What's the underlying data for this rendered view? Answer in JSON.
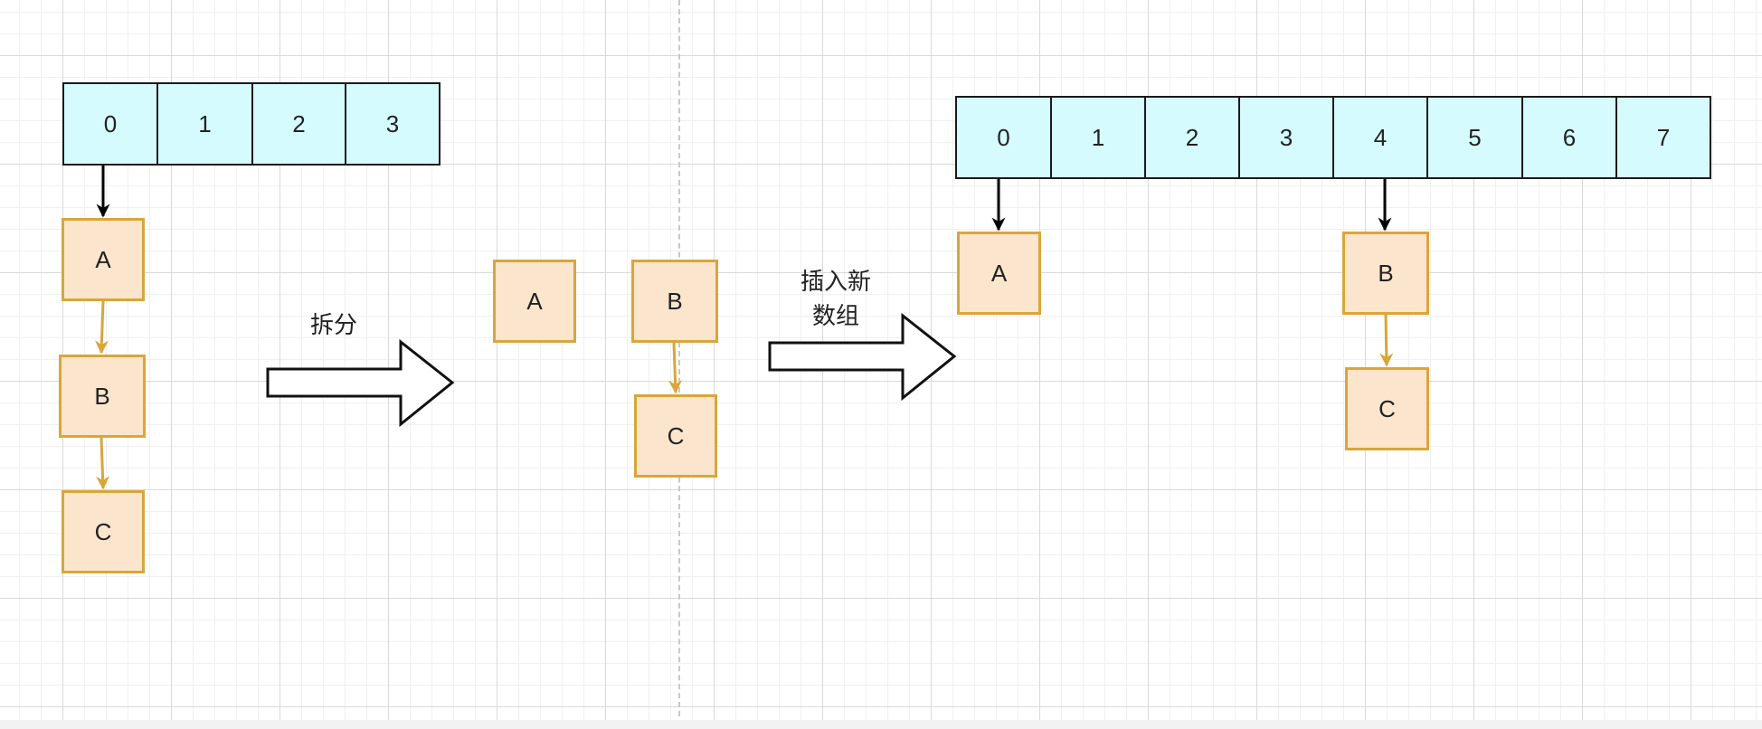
{
  "left_array": {
    "cells": [
      "0",
      "1",
      "2",
      "3"
    ]
  },
  "left_chain": {
    "nodes": [
      "A",
      "B",
      "C"
    ]
  },
  "split_label": "拆分",
  "middle_nodes": {
    "single": "A",
    "chain": [
      "B",
      "C"
    ]
  },
  "insert_label": {
    "line1": "插入新",
    "line2": "数组"
  },
  "right_array": {
    "cells": [
      "0",
      "1",
      "2",
      "3",
      "4",
      "5",
      "6",
      "7"
    ]
  },
  "right_nodes": {
    "slot0": "A",
    "slot4_chain": [
      "B",
      "C"
    ]
  },
  "colors": {
    "array_fill": "#d5fbff",
    "node_fill": "#fce5cd",
    "node_border": "#d9a63a",
    "pointer_arrow": "#000000",
    "link_arrow": "#d9a63a"
  }
}
